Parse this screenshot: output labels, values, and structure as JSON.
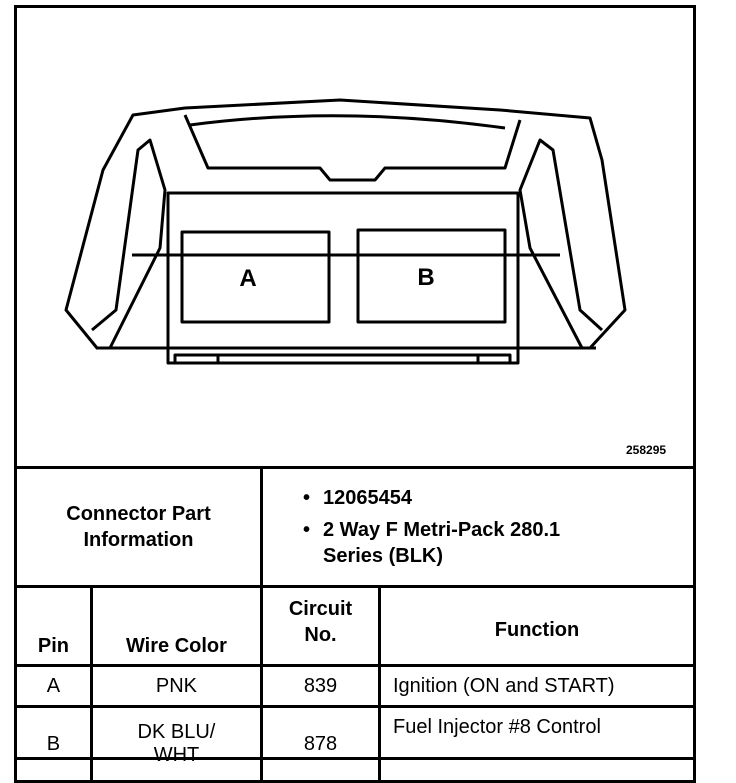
{
  "diagram": {
    "figure_id": "258295",
    "pins": [
      "A",
      "B"
    ]
  },
  "connector_part_information": {
    "label_line1": "Connector Part",
    "label_line2": "Information",
    "items": [
      "12065454",
      "2 Way F Metri-Pack 280.1",
      "Series (BLK)"
    ]
  },
  "table": {
    "headers": {
      "pin": "Pin",
      "wire_color": "Wire Color",
      "circuit_line1": "Circuit",
      "circuit_line2": "No.",
      "function": "Function"
    },
    "rows": [
      {
        "pin": "A",
        "wire_color": "PNK",
        "wire_color_line2": "",
        "circuit": "839",
        "function": "Ignition (ON and START)"
      },
      {
        "pin": "B",
        "wire_color": "DK BLU/",
        "wire_color_line2": "WHT",
        "circuit": "878",
        "function": "Fuel Injector #8 Control"
      }
    ]
  }
}
